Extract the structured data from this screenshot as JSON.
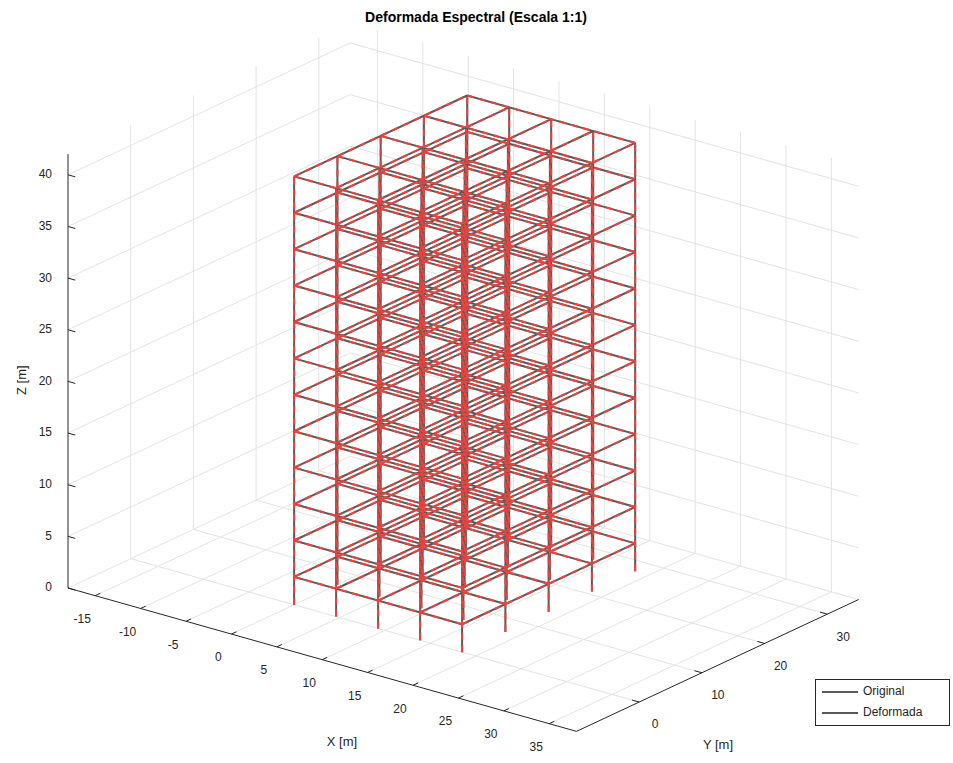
{
  "diagram": {
    "title": "Deformada Espectral (Escala 1:1)",
    "labels": [
      "40",
      "35",
      "30",
      "25",
      "20",
      "15",
      "10",
      "5",
      "0",
      "Z [m]",
      "-15",
      "-10",
      "-5",
      "0",
      "5",
      "10",
      "15",
      "20",
      "25",
      "30",
      "35",
      "X [m]",
      "0",
      "10",
      "20",
      "30",
      "Y [m]"
    ],
    "legend": [
      {
        "text": "Original"
      },
      {
        "text": "Deformada"
      }
    ]
  }
}
